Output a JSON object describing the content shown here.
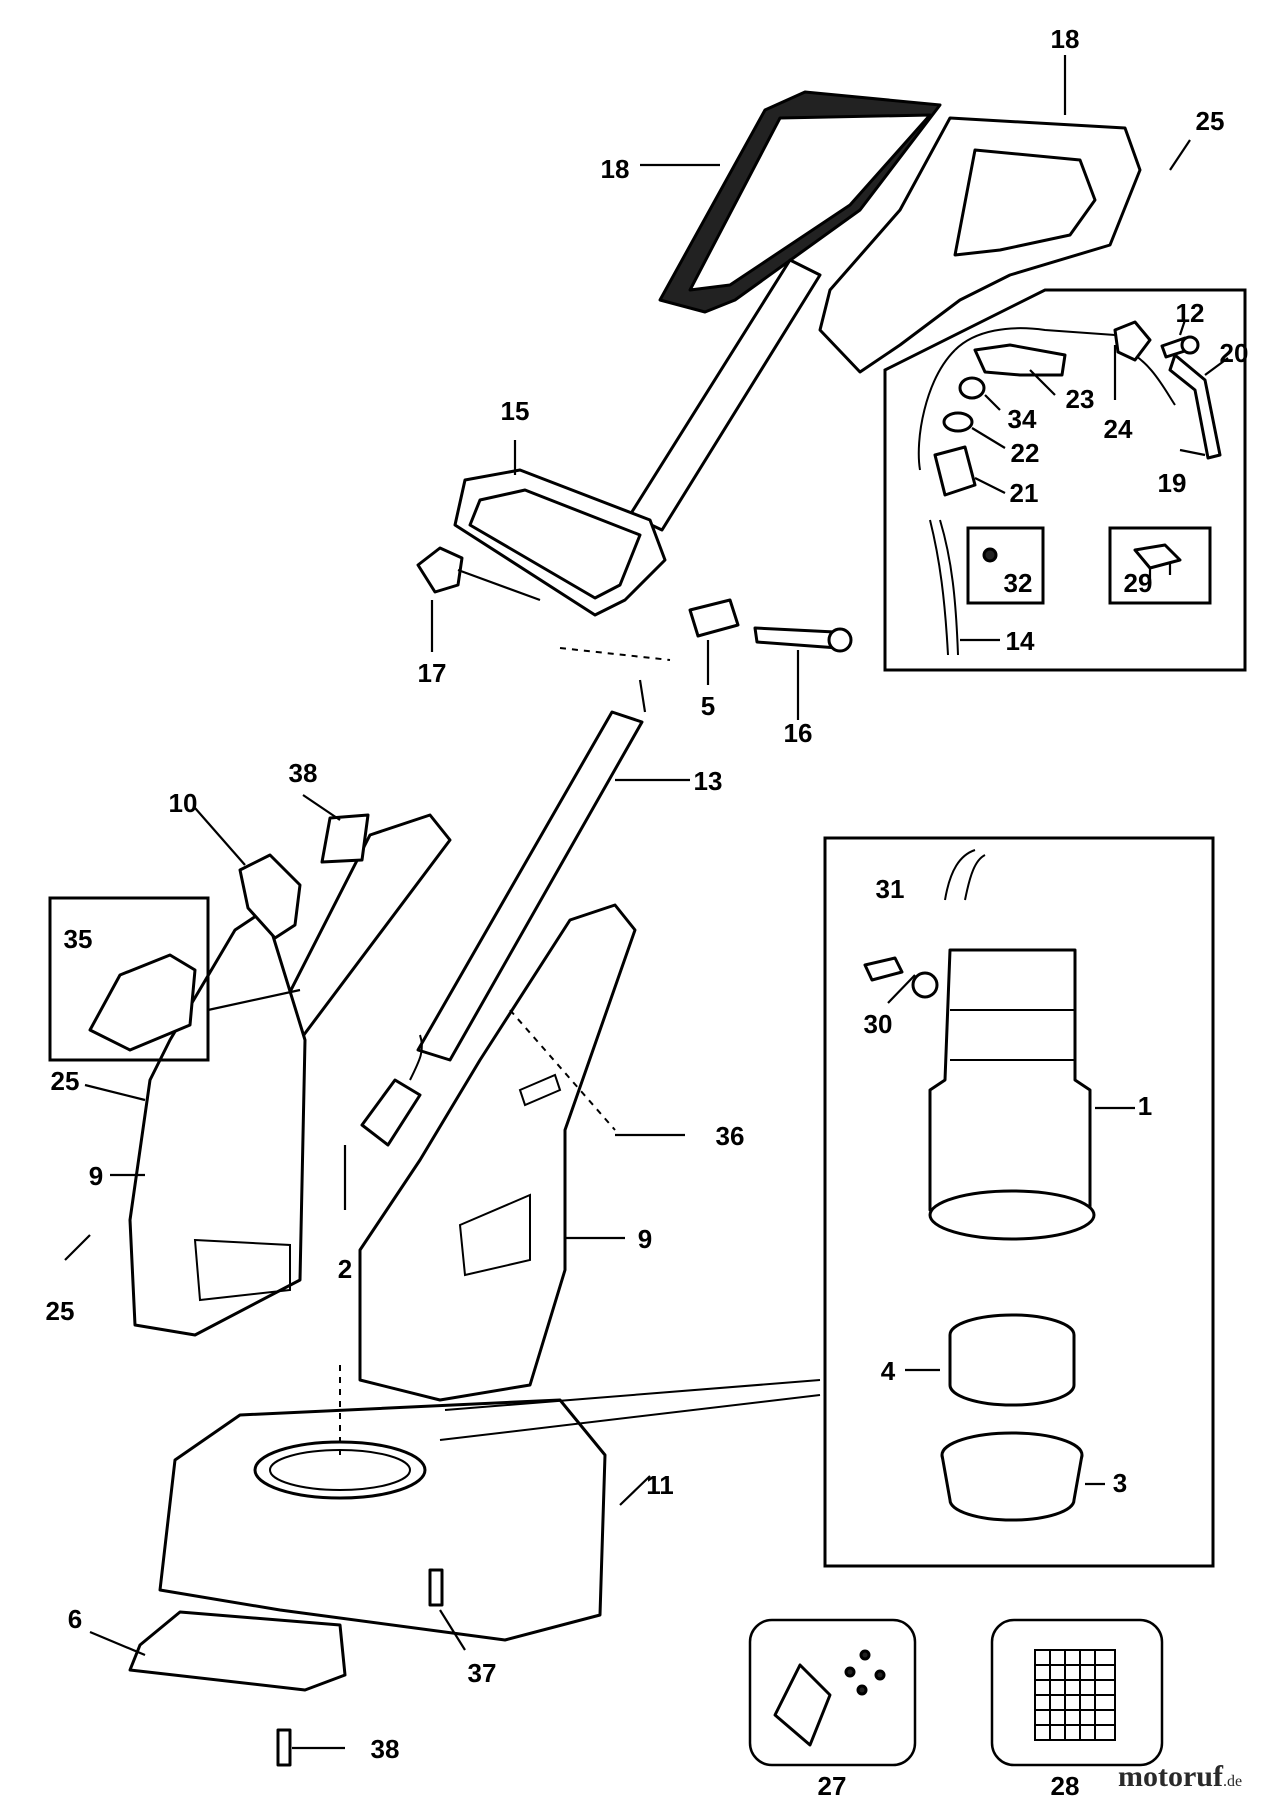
{
  "callouts": {
    "c1": "1",
    "c2": "2",
    "c3": "3",
    "c4": "4",
    "c5": "5",
    "c6": "6",
    "c9a": "9",
    "c9b": "9",
    "c10": "10",
    "c11": "11",
    "c12": "12",
    "c13": "13",
    "c14": "14",
    "c15": "15",
    "c16": "16",
    "c17": "17",
    "c18a": "18",
    "c18b": "18",
    "c19": "19",
    "c20": "20",
    "c21": "21",
    "c22": "22",
    "c23": "23",
    "c24": "24",
    "c25a": "25",
    "c25b": "25",
    "c25c": "25",
    "c27": "27",
    "c28": "28",
    "c29": "29",
    "c30": "30",
    "c31": "31",
    "c32": "32",
    "c34": "34",
    "c35": "35",
    "c36": "36",
    "c37": "37",
    "c38a": "38",
    "c38b": "38"
  },
  "watermark": {
    "brand": "motoruf",
    "tld": ".de"
  }
}
